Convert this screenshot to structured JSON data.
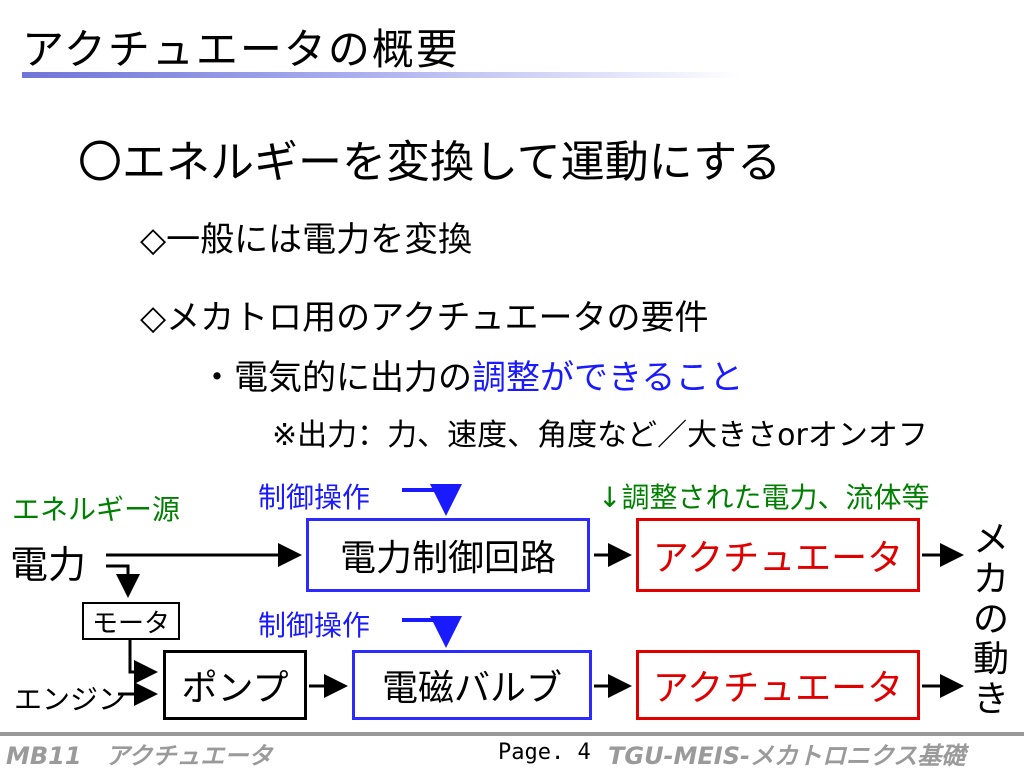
{
  "title": "アクチュエータの概要",
  "bullets": {
    "main": "〇エネルギーを変換して運動にする",
    "sub1": "◇一般には電力を変換",
    "sub2": "◇メカトロ用のアクチュエータの要件",
    "item_prefix": "・電気的に出力の",
    "item_highlight": "調整ができること",
    "note": "※出力：力、速度、角度など／大きさorオンオフ"
  },
  "diagram": {
    "energy_source_label": "エネルギー源",
    "control_op_1": "制御操作",
    "control_op_2": "制御操作",
    "adjusted_label": "↓調整された電力、流体等",
    "power": "電力",
    "engine": "エンジン",
    "motor": "モータ",
    "power_control_circuit": "電力制御回路",
    "actuator_1": "アクチュエータ",
    "pump": "ポンプ",
    "solenoid_valve": "電磁バルブ",
    "actuator_2": "アクチュエータ",
    "mechanical_motion": "メカの動き"
  },
  "footer": {
    "left": "MB11　アクチュエータ",
    "page": "Page. 4",
    "right": "TGU-MEIS-メカトロニクス基礎"
  },
  "colors": {
    "accent_blue": "#1a1aff",
    "actuator_red": "#e00000",
    "label_green": "#008000",
    "footer_gray": "#9a9a9a"
  }
}
